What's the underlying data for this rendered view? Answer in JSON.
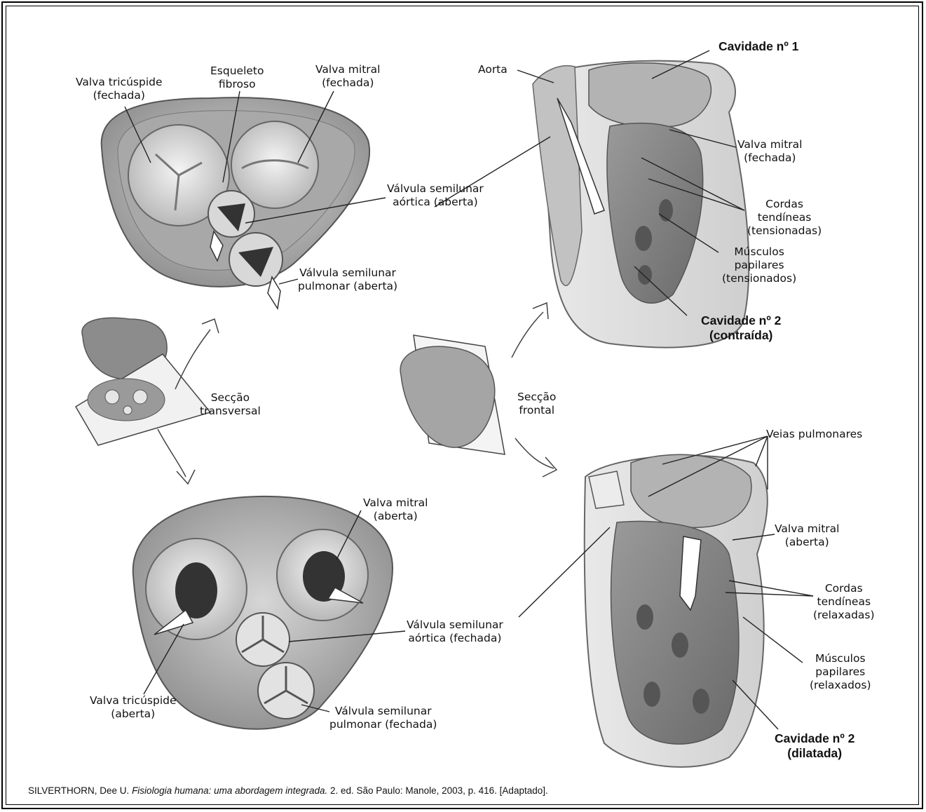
{
  "labels": {
    "valva_tricuspide_fechada": [
      "Valva tricúspide",
      "(fechada)"
    ],
    "esqueleto_fibroso": [
      "Esqueleto",
      "fibroso"
    ],
    "valva_mitral_fechada_top": [
      "Valva mitral",
      "(fechada)"
    ],
    "valvula_semilunar_aortica_aberta": [
      "Válvula semilunar",
      "aórtica (aberta)"
    ],
    "valvula_semilunar_pulmonar_aberta": [
      "Válvula semilunar",
      "pulmonar (aberta)"
    ],
    "seccao_transversal": [
      "Secção",
      "transversal"
    ],
    "aorta": "Aorta",
    "cavidade_1": "Cavidade nº 1",
    "valva_mitral_fechada_right": [
      "Valva mitral",
      "(fechada)"
    ],
    "cordas_tensionadas": [
      "Cordas",
      "tendíneas",
      "(tensionadas)"
    ],
    "musculos_tensionados": [
      "Músculos",
      "papilares",
      "(tensionados)"
    ],
    "cavidade_2_contraida": [
      "Cavidade nº 2",
      "(contraída)"
    ],
    "seccao_frontal": [
      "Secção",
      "frontal"
    ],
    "veias_pulmonares": "Veias pulmonares",
    "valva_mitral_aberta_right": [
      "Valva mitral",
      "(aberta)"
    ],
    "cordas_relaxadas": [
      "Cordas",
      "tendíneas",
      "(relaxadas)"
    ],
    "musculos_relaxados": [
      "Músculos",
      "papilares",
      "(relaxados)"
    ],
    "cavidade_2_dilatada": [
      "Cavidade nº 2",
      "(dilatada)"
    ],
    "valva_mitral_aberta_bottom": [
      "Valva mitral",
      "(aberta)"
    ],
    "valvula_semilunar_aortica_fechada": [
      "Válvula semilunar",
      "aórtica (fechada)"
    ],
    "valva_tricuspide_aberta": [
      "Valva tricúspide",
      "(aberta)"
    ],
    "valvula_semilunar_pulmonar_fechada": [
      "Válvula semilunar",
      "pulmonar (fechada)"
    ]
  },
  "citation": {
    "author": "SILVERTHORN, Dee U.",
    "title": "Fisiologia humana: uma abordagem integrada.",
    "rest": "2. ed. São Paulo: Manole, 2003, p. 416. [Adaptado]."
  }
}
